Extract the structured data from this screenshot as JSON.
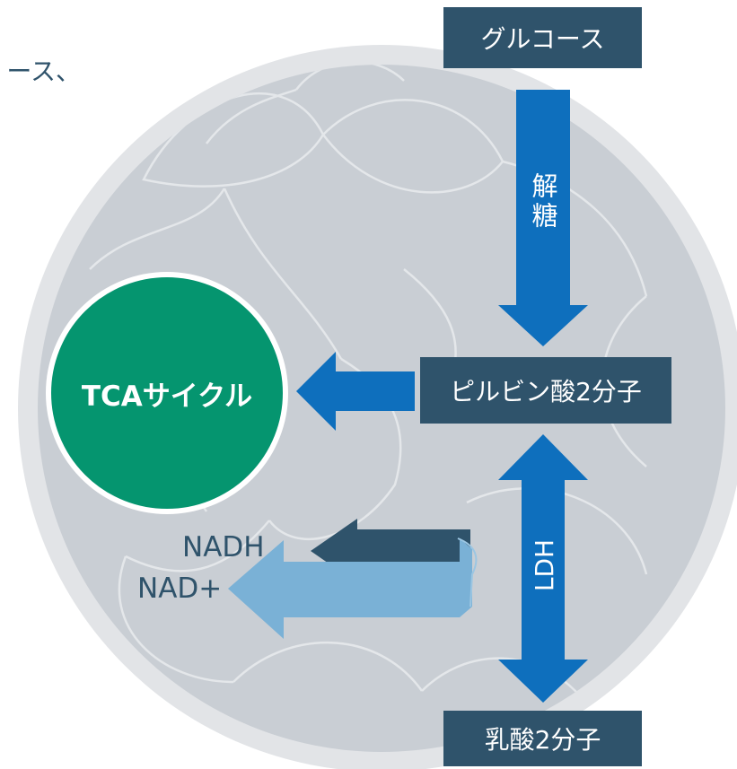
{
  "edge_text": "ース、",
  "nodes": {
    "glucose": "グルコース",
    "pyruvate": "ピルビン酸2分子",
    "lactate": "乳酸2分子",
    "tca": "TCAサイクル"
  },
  "arrows": {
    "glycolysis": "解糖",
    "ldh": "LDH"
  },
  "cofactors": {
    "nadh": "NADH",
    "nad_plus": "NAD+"
  },
  "colors": {
    "cell_outer": "#e2e4e7",
    "cell_inner": "#c9ced4",
    "node_box": "#2f536b",
    "arrow_blue": "#0e6fbd",
    "tca_green": "#05956f",
    "nadh_arrow": "#2f536b",
    "nad_arrow": "#7ab1d6"
  }
}
